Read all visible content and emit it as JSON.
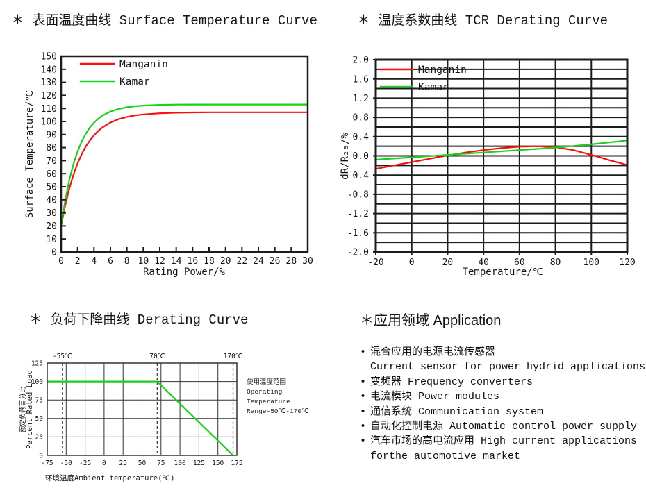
{
  "titles": {
    "surface": "＊ 表面温度曲线 Surface Temperature Curve",
    "tcr": "＊ 温度系数曲线 TCR Derating Curve",
    "derating": "＊ 负荷下降曲线 Derating Curve",
    "application_zh": "＊应用领域",
    "application_en": " Application"
  },
  "colors": {
    "manganin": "#fb0e0e",
    "kamar": "#19d119",
    "axis": "#1c1c1c",
    "grid3": "#333333"
  },
  "operating_note": {
    "line1": "使用温度范围",
    "line2": "Operating",
    "line3": "Temperature",
    "line4": "Range-50℃-170℃"
  },
  "application": {
    "items": [
      {
        "bullet": "•",
        "text": "混合应用的电源电流传感器"
      },
      {
        "bullet": "",
        "text": "Current sensor for power hydrid applications"
      },
      {
        "bullet": "•",
        "text": "变频器 Frequency converters"
      },
      {
        "bullet": "•",
        "text": "电流模块 Power modules"
      },
      {
        "bullet": "•",
        "text": "通信系统 Communication system"
      },
      {
        "bullet": "•",
        "text": "自动化控制电源 Automatic control power supply"
      },
      {
        "bullet": "•",
        "text": "汽车市场的高电流应用 High current applications"
      },
      {
        "bullet": "",
        "text": "forthe automotive market"
      }
    ]
  },
  "chart_data": [
    {
      "type": "line",
      "name": "surface-temperature-curve",
      "title": "Surface Temperature Curve",
      "xlabel": "Rating Power/%",
      "ylabel": "Surface Temperature/℃",
      "xlim": [
        0,
        30
      ],
      "ylim": [
        0,
        150
      ],
      "grid": "off",
      "legend_position": "top-left-inside",
      "axis_color": "#1c1c1c",
      "xticks": [
        [
          0,
          "0"
        ],
        [
          2,
          "2"
        ],
        [
          4,
          "4"
        ],
        [
          6,
          "6"
        ],
        [
          8,
          "8"
        ],
        [
          10,
          "10"
        ],
        [
          12,
          "12"
        ],
        [
          14,
          "14"
        ],
        [
          16,
          "16"
        ],
        [
          18,
          "18"
        ],
        [
          20,
          "20"
        ],
        [
          22,
          "22"
        ],
        [
          24,
          "24"
        ],
        [
          26,
          "26"
        ],
        [
          28,
          "28"
        ],
        [
          30,
          "30"
        ]
      ],
      "yticks": [
        [
          0,
          "0"
        ],
        [
          10,
          "10"
        ],
        [
          20,
          "20"
        ],
        [
          30,
          "30"
        ],
        [
          40,
          "40"
        ],
        [
          50,
          "50"
        ],
        [
          60,
          "60"
        ],
        [
          70,
          "70"
        ],
        [
          80,
          "80"
        ],
        [
          90,
          "90"
        ],
        [
          100,
          "100"
        ],
        [
          110,
          "110"
        ],
        [
          120,
          "120"
        ],
        [
          130,
          "130"
        ],
        [
          140,
          "140"
        ],
        [
          150,
          "150"
        ]
      ],
      "legend": [
        {
          "label": "Manganin",
          "color": "#fb0e0e"
        },
        {
          "label": "Kamar",
          "color": "#19d119"
        }
      ],
      "series": [
        {
          "name": "Manganin",
          "color": "#fb0e0e",
          "points": [
            [
              0,
              20
            ],
            [
              0.5,
              35.8
            ],
            [
              1,
              48.7
            ],
            [
              1.5,
              59.3
            ],
            [
              2,
              67.9
            ],
            [
              2.5,
              75
            ],
            [
              3,
              80.8
            ],
            [
              3.5,
              85.5
            ],
            [
              4,
              89.4
            ],
            [
              4.5,
              92.7
            ],
            [
              5,
              95.3
            ],
            [
              6,
              99.2
            ],
            [
              7,
              101.8
            ],
            [
              8,
              103.5
            ],
            [
              9,
              104.7
            ],
            [
              10,
              105.4
            ],
            [
              12,
              106.3
            ],
            [
              14,
              106.7
            ],
            [
              16,
              106.9
            ],
            [
              18,
              107
            ],
            [
              20,
              107
            ],
            [
              22,
              107
            ],
            [
              24,
              107
            ],
            [
              26,
              107
            ],
            [
              28,
              107
            ],
            [
              30,
              107
            ]
          ]
        },
        {
          "name": "Kamar",
          "color": "#19d119",
          "points": [
            [
              0,
              20
            ],
            [
              0.5,
              39.7
            ],
            [
              1,
              55.2
            ],
            [
              1.5,
              67.5
            ],
            [
              2,
              77.1
            ],
            [
              2.5,
              84.7
            ],
            [
              3,
              90.7
            ],
            [
              3.5,
              95.4
            ],
            [
              4,
              99.1
            ],
            [
              4.5,
              102
            ],
            [
              5,
              104.4
            ],
            [
              6,
              107.6
            ],
            [
              7,
              109.6
            ],
            [
              8,
              110.9
            ],
            [
              9,
              111.7
            ],
            [
              10,
              112.2
            ],
            [
              12,
              112.7
            ],
            [
              14,
              112.9
            ],
            [
              16,
              113
            ],
            [
              18,
              113
            ],
            [
              20,
              113
            ],
            [
              22,
              113
            ],
            [
              24,
              113
            ],
            [
              26,
              113
            ],
            [
              28,
              113
            ],
            [
              30,
              113
            ]
          ]
        }
      ]
    },
    {
      "type": "line",
      "name": "tcr-derating-curve",
      "title": "TCR Derating Curve",
      "xlabel": "Temperature/℃",
      "ylabel": "dR/R₂₅/%",
      "xlim": [
        -20,
        120
      ],
      "ylim": [
        -2,
        2
      ],
      "grid": "on",
      "legend_position": "top-left-inside",
      "axis_color": "#1c1c1c",
      "xticks": [
        [
          -20,
          "-20"
        ],
        [
          0,
          "0"
        ],
        [
          20,
          "20"
        ],
        [
          40,
          "40"
        ],
        [
          60,
          "60"
        ],
        [
          80,
          "80"
        ],
        [
          100,
          "100"
        ],
        [
          120,
          "120"
        ]
      ],
      "yticks": [
        [
          2,
          "2.0"
        ],
        [
          1.6,
          "1.6"
        ],
        [
          1.2,
          "1.2"
        ],
        [
          0.8,
          "0.8"
        ],
        [
          0.4,
          "0.4"
        ],
        [
          0,
          "0.0"
        ],
        [
          -0.4,
          "-0.4"
        ],
        [
          -0.8,
          "-0.8"
        ],
        [
          -1.2,
          "-1.2"
        ],
        [
          -1.6,
          "-1.6"
        ],
        [
          -2,
          "-2.0"
        ]
      ],
      "grid_x": [
        0,
        20,
        40,
        60,
        80,
        100
      ],
      "grid_y": [
        -1.8,
        -1.6,
        -1.4,
        -1.2,
        -1,
        -0.8,
        -0.6,
        -0.4,
        -0.2,
        0,
        0.2,
        0.4,
        0.6,
        0.8,
        1,
        1.2,
        1.4,
        1.6,
        1.8
      ],
      "legend": [
        {
          "label": "Manganin",
          "color": "#fb0e0e"
        },
        {
          "label": "Kamar",
          "color": "#19d119"
        }
      ],
      "series": [
        {
          "name": "Manganin",
          "color": "#fb0e0e",
          "points": [
            [
              -20,
              -0.27
            ],
            [
              -10,
              -0.2
            ],
            [
              0,
              -0.13
            ],
            [
              10,
              -0.06
            ],
            [
              20,
              0.01
            ],
            [
              30,
              0.07
            ],
            [
              40,
              0.12
            ],
            [
              50,
              0.16
            ],
            [
              60,
              0.19
            ],
            [
              70,
              0.2
            ],
            [
              80,
              0.18
            ],
            [
              90,
              0.12
            ],
            [
              100,
              0.02
            ],
            [
              110,
              -0.09
            ],
            [
              120,
              -0.19
            ]
          ]
        },
        {
          "name": "Kamar",
          "color": "#19d119",
          "points": [
            [
              -20,
              -0.08
            ],
            [
              0,
              -0.03
            ],
            [
              20,
              0.02
            ],
            [
              40,
              0.07
            ],
            [
              60,
              0.12
            ],
            [
              80,
              0.17
            ],
            [
              100,
              0.24
            ],
            [
              120,
              0.32
            ]
          ]
        }
      ]
    },
    {
      "type": "line",
      "name": "derating-curve",
      "title": "Derating Curve",
      "xlabel": "环境温度Ambient temperature(℃)",
      "ylabel": "Percent Rated Load",
      "ylabel2": "额定负荷百分比",
      "xlim": [
        -75,
        175
      ],
      "ylim": [
        0,
        125
      ],
      "grid": "on",
      "axis_color": "#333333",
      "xticks": [
        [
          -75,
          "-75"
        ],
        [
          -50,
          "-50"
        ],
        [
          -25,
          "-25"
        ],
        [
          0,
          "0"
        ],
        [
          25,
          "25"
        ],
        [
          50,
          "50"
        ],
        [
          75,
          "75"
        ],
        [
          100,
          "100"
        ],
        [
          125,
          "125"
        ],
        [
          150,
          "150"
        ],
        [
          175,
          "175"
        ]
      ],
      "yticks": [
        [
          0,
          "0"
        ],
        [
          25,
          "25"
        ],
        [
          50,
          "50"
        ],
        [
          75,
          "75"
        ],
        [
          100,
          "100"
        ],
        [
          125,
          "125"
        ]
      ],
      "grid_x": [
        -50,
        -25,
        0,
        25,
        50,
        75,
        100,
        125,
        150
      ],
      "grid_y": [
        25,
        50,
        75,
        100
      ],
      "vlines": [
        {
          "x": -55,
          "label": "-55℃"
        },
        {
          "x": 70,
          "label": "70℃"
        },
        {
          "x": 170,
          "label": "170℃"
        }
      ],
      "series": [
        {
          "name": "Rated-Load",
          "color": "#19d119",
          "points": [
            [
              -75,
              100
            ],
            [
              70,
              100
            ],
            [
              170,
              0
            ]
          ]
        }
      ]
    }
  ]
}
